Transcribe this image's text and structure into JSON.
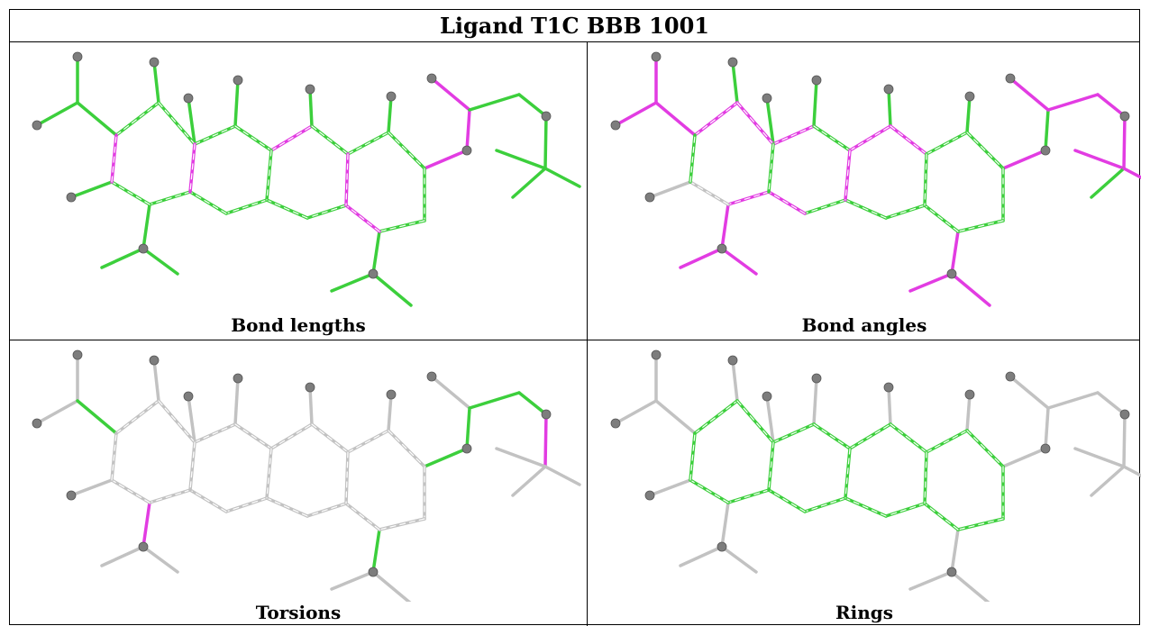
{
  "title": "Ligand T1C BBB 1001",
  "panels": [
    {
      "caption": "Bond lengths"
    },
    {
      "caption": "Bond angles"
    },
    {
      "caption": "Torsions"
    },
    {
      "caption": "Rings"
    }
  ],
  "colors": {
    "green": "#3ccf3c",
    "magenta": "#e23ce2",
    "gray": "#c2c2c2",
    "atom": "#7d7d7d"
  }
}
